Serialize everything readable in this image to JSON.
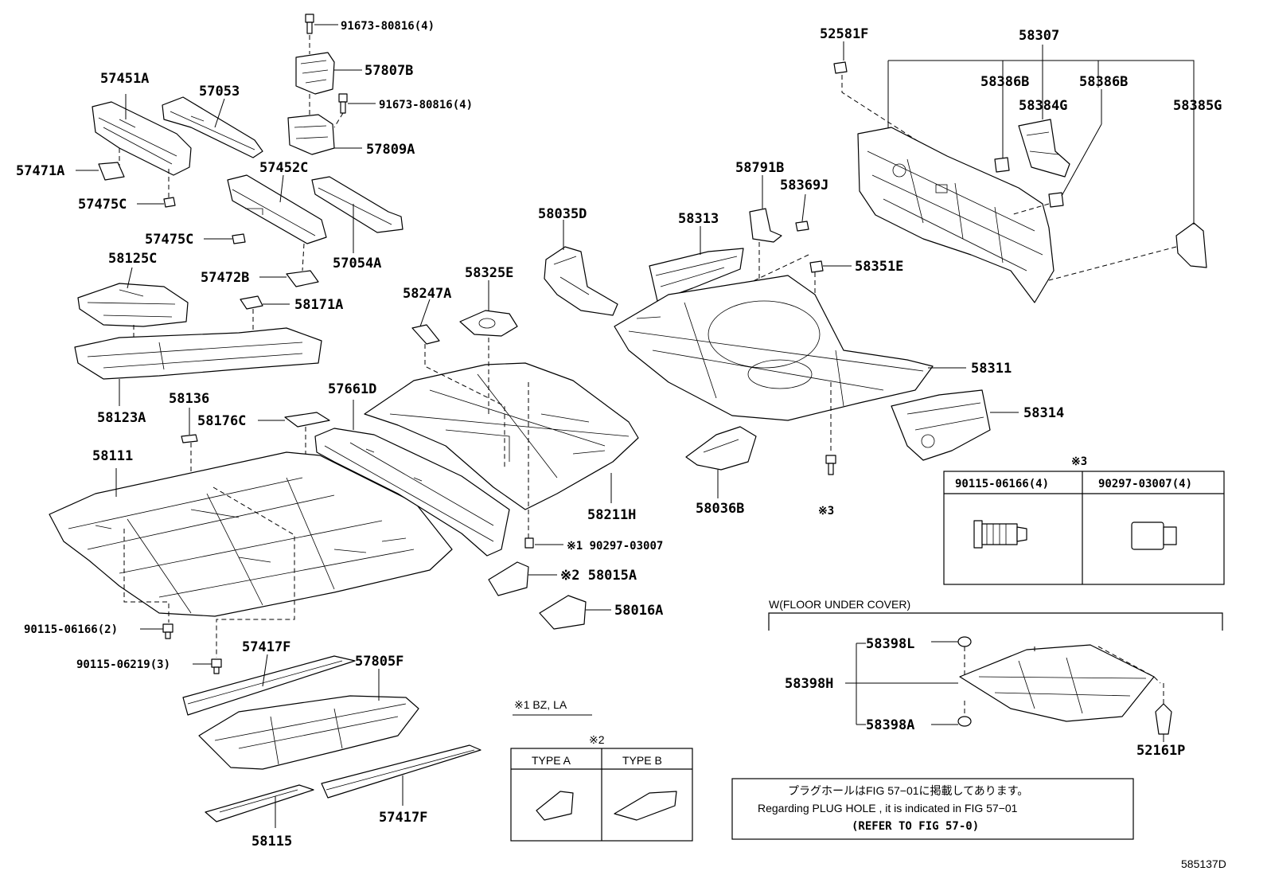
{
  "parts": {
    "p_91673_80816_top": "91673-80816(4)",
    "p_57807B": "57807B",
    "p_91673_80816_mid": "91673-80816(4)",
    "p_57809A": "57809A",
    "p_57451A": "57451A",
    "p_57053": "57053",
    "p_57471A": "57471A",
    "p_57475C_a": "57475C",
    "p_57452C": "57452C",
    "p_57475C_b": "57475C",
    "p_57054A": "57054A",
    "p_57472B": "57472B",
    "p_58125C": "58125C",
    "p_58171A": "58171A",
    "p_58123A": "58123A",
    "p_58136": "58136",
    "p_58176C": "58176C",
    "p_57661D": "57661D",
    "p_58111": "58111",
    "p_58247A": "58247A",
    "p_58325E": "58325E",
    "p_58035D": "58035D",
    "p_58313": "58313",
    "p_58791B": "58791B",
    "p_58369J": "58369J",
    "p_58351E": "58351E",
    "p_58211H": "58211H",
    "p_90297_03007": "※1 90297-03007",
    "p_58015A": "※2 58015A",
    "p_58016A": "58016A",
    "p_90115_06166_2": "90115-06166(2)",
    "p_90115_06219_3": "90115-06219(3)",
    "p_57417F_a": "57417F",
    "p_57805F": "57805F",
    "p_57417F_b": "57417F",
    "p_58115": "58115",
    "p_52581F": "52581F",
    "p_58307": "58307",
    "p_58386B_a": "58386B",
    "p_58386B_b": "58386B",
    "p_58384G": "58384G",
    "p_58385G": "58385G",
    "p_58311": "58311",
    "p_58314": "58314",
    "p_58036B": "58036B",
    "p_ref3": "※3",
    "p_58398L": "58398L",
    "p_58398H": "58398H",
    "p_58398A": "58398A",
    "p_52161P": "52161P"
  },
  "note3": {
    "mark": "※3",
    "col1": "90115-06166(4)",
    "col2": "90297-03007(4)"
  },
  "note1": "※1  BZ, LA",
  "note2": {
    "mark": "※2",
    "col1": "TYPE A",
    "col2": "TYPE B"
  },
  "cover_title": "W(FLOOR UNDER COVER)",
  "plug_note": {
    "line1": "プラグホールはFIG 57−01に掲載してあります。",
    "line2": "Regarding  PLUG  HOLE , it is indicated in  FIG  57−01",
    "line3": "(REFER TO FIG 57-0)"
  },
  "figure_code": "585137D"
}
